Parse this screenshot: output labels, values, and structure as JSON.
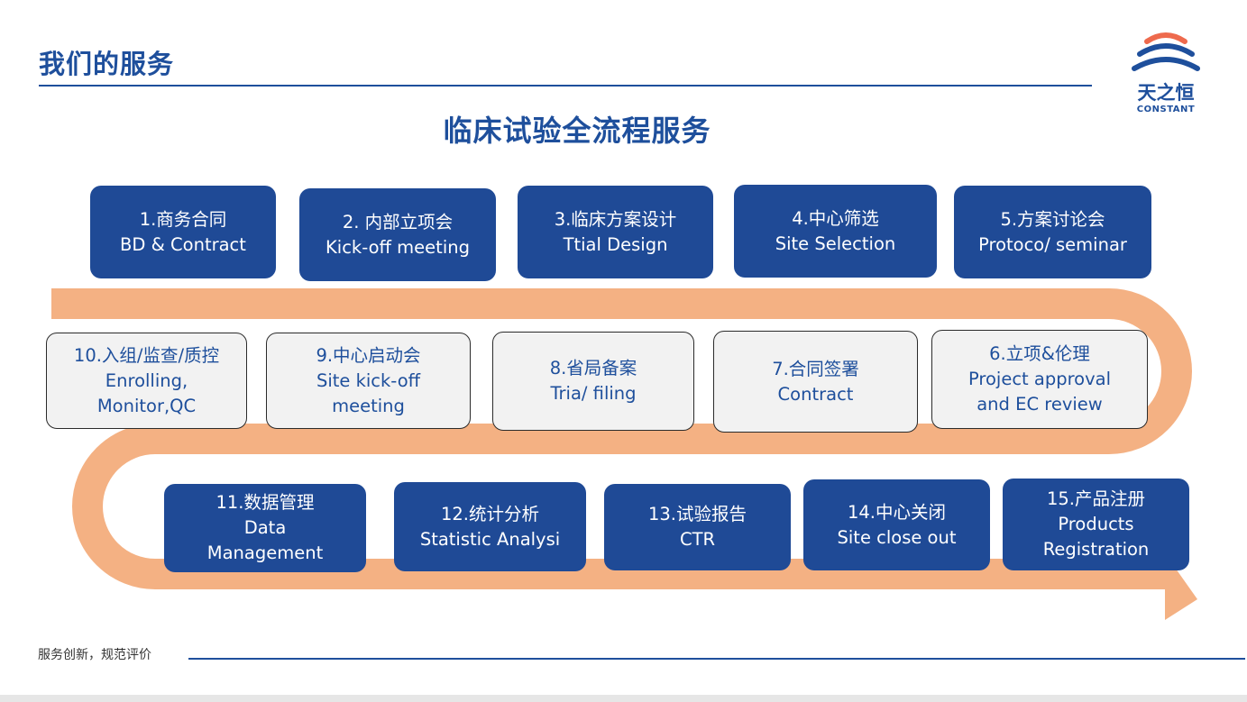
{
  "header": {
    "title": "我们的服务"
  },
  "logo": {
    "name_cn": "天之恒",
    "name_en": "CONSTANT",
    "icon": "rainbow-arc-logo-icon"
  },
  "main_title": "临床试验全流程服务",
  "colors": {
    "primary_blue": "#1f4a96",
    "title_blue": "#1e4f9c",
    "path_orange": "#f4b183",
    "light_box": "#f2f2f2"
  },
  "steps": [
    {
      "cn": "1.商务合同",
      "en": "BD & Contract"
    },
    {
      "cn": "2. 内部立项会",
      "en": "Kick-off meeting"
    },
    {
      "cn": "3.临床方案设计",
      "en": "Ttial Design"
    },
    {
      "cn": "4.中心筛选",
      "en": "Site Selection"
    },
    {
      "cn": "5.方案讨论会",
      "en": "Protoco/ seminar"
    },
    {
      "cn": "6.立项&伦理",
      "en1": "Project approval",
      "en2": "and EC review"
    },
    {
      "cn": "7.合同签署",
      "en": "Contract"
    },
    {
      "cn": "8.省局备案",
      "en": "Tria/ filing"
    },
    {
      "cn": "9.中心启动会",
      "en1": "Site kick-off",
      "en2": "meeting"
    },
    {
      "cn": "10.入组/监查/质控",
      "en1": "Enrolling,",
      "en2": "Monitor,QC"
    },
    {
      "cn": "11.数据管理",
      "en1": "Data",
      "en2": "Management"
    },
    {
      "cn": "12.统计分析",
      "en": "Statistic Analysi"
    },
    {
      "cn": "13.试验报告",
      "en": "CTR"
    },
    {
      "cn": "14.中心关闭",
      "en": "Site close out"
    },
    {
      "cn": "15.产品注册",
      "en1": "Products",
      "en2": "Registration"
    }
  ],
  "footer": {
    "text": "服务创新，规范评价"
  }
}
